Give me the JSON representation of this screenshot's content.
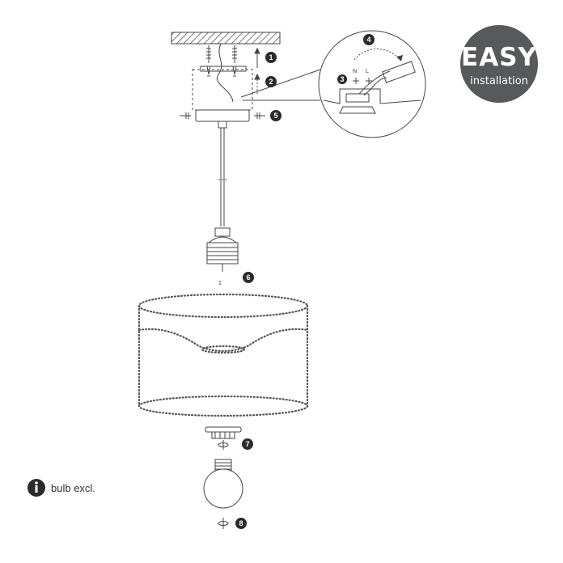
{
  "badge": {
    "title": "EASY",
    "subtitle": "installation",
    "color": "#58595b"
  },
  "steps": [
    "1",
    "2",
    "3",
    "4",
    "5",
    "6",
    "7",
    "8"
  ],
  "wire_labels": {
    "neutral": "N",
    "live": "L"
  },
  "socket_label": "1",
  "note": {
    "icon": "info-icon",
    "text": "bulb excl."
  },
  "colors": {
    "line": "#444444",
    "marker": "#2b2b2b",
    "hatch": "#555555"
  }
}
